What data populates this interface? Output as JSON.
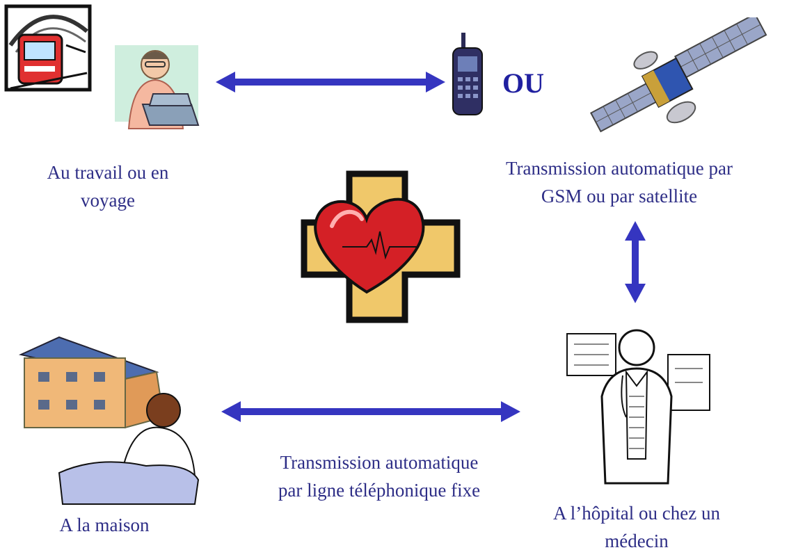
{
  "colors": {
    "text": "#2d2d86",
    "arrow": "#3535c0",
    "cross": "#f0c86a",
    "heart": "#d42026"
  },
  "labels": {
    "travel": [
      "Au travail ou en",
      "voyage"
    ],
    "gsm": [
      "Transmission automatique par",
      "GSM ou par satellite"
    ],
    "ou": "OU",
    "home": "A la maison",
    "fixed_line": [
      "Transmission  automatique",
      "par ligne téléphonique fixe"
    ],
    "hospital": [
      "A l’hôpital ou chez un",
      "médecin"
    ]
  },
  "icons": [
    "train-icon",
    "laptop-person-icon",
    "mobile-phone-icon",
    "satellite-icon",
    "heart-cross-icon",
    "house-icon",
    "patient-in-bed-icon",
    "doctor-icon"
  ]
}
